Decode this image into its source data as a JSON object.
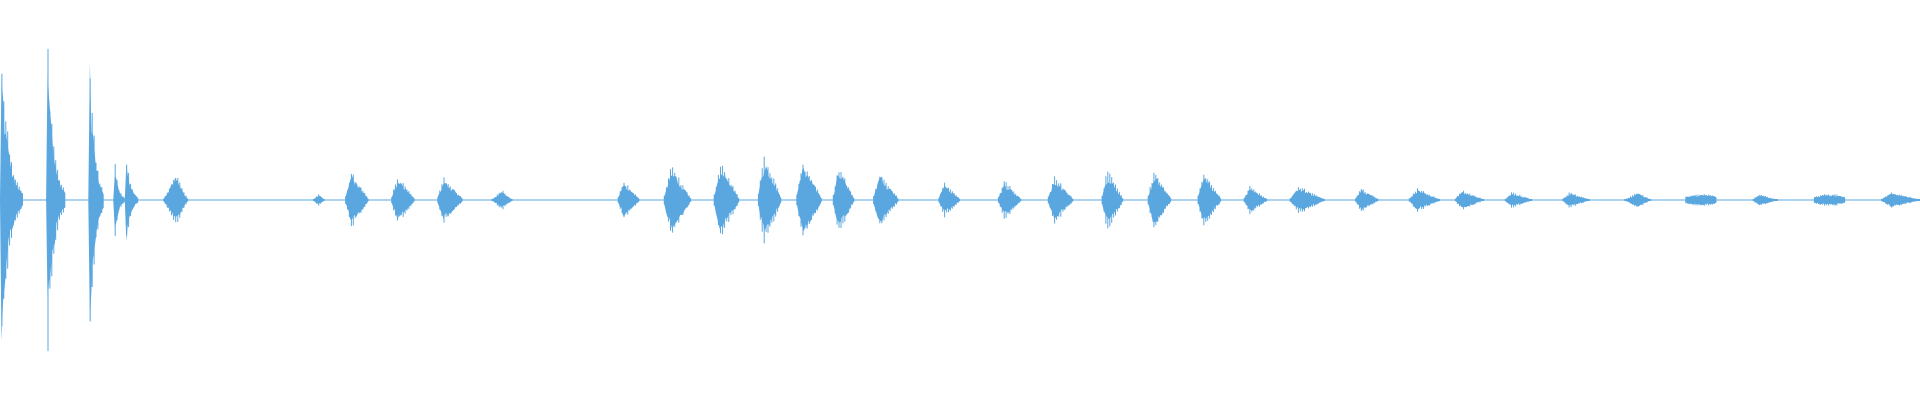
{
  "waveform": {
    "color": "#5aa7e0",
    "background": "#ffffff",
    "bursts": [
      {
        "start": 0.0,
        "end": 0.012,
        "amp": 0.8,
        "shape": "decay"
      },
      {
        "start": 0.024,
        "end": 0.034,
        "amp": 0.9,
        "shape": "decay"
      },
      {
        "start": 0.046,
        "end": 0.054,
        "amp": 0.9,
        "shape": "decay"
      },
      {
        "start": 0.059,
        "end": 0.065,
        "amp": 0.25,
        "shape": "decay"
      },
      {
        "start": 0.065,
        "end": 0.072,
        "amp": 0.3,
        "shape": "decay"
      },
      {
        "start": 0.085,
        "end": 0.098,
        "amp": 0.13,
        "shape": "diamond"
      },
      {
        "start": 0.163,
        "end": 0.169,
        "amp": 0.03,
        "shape": "diamond"
      },
      {
        "start": 0.18,
        "end": 0.192,
        "amp": 0.14,
        "shape": "attack"
      },
      {
        "start": 0.204,
        "end": 0.216,
        "amp": 0.12,
        "shape": "attack"
      },
      {
        "start": 0.228,
        "end": 0.241,
        "amp": 0.12,
        "shape": "attack"
      },
      {
        "start": 0.256,
        "end": 0.267,
        "amp": 0.05,
        "shape": "diamond"
      },
      {
        "start": 0.322,
        "end": 0.333,
        "amp": 0.1,
        "shape": "attack"
      },
      {
        "start": 0.346,
        "end": 0.36,
        "amp": 0.18,
        "shape": "attack"
      },
      {
        "start": 0.372,
        "end": 0.385,
        "amp": 0.19,
        "shape": "attack"
      },
      {
        "start": 0.395,
        "end": 0.407,
        "amp": 0.22,
        "shape": "attack"
      },
      {
        "start": 0.415,
        "end": 0.428,
        "amp": 0.2,
        "shape": "attack"
      },
      {
        "start": 0.434,
        "end": 0.445,
        "amp": 0.17,
        "shape": "attack"
      },
      {
        "start": 0.455,
        "end": 0.468,
        "amp": 0.14,
        "shape": "attack"
      },
      {
        "start": 0.489,
        "end": 0.5,
        "amp": 0.09,
        "shape": "attack"
      },
      {
        "start": 0.52,
        "end": 0.532,
        "amp": 0.1,
        "shape": "attack"
      },
      {
        "start": 0.546,
        "end": 0.559,
        "amp": 0.12,
        "shape": "attack"
      },
      {
        "start": 0.574,
        "end": 0.585,
        "amp": 0.15,
        "shape": "attack"
      },
      {
        "start": 0.598,
        "end": 0.61,
        "amp": 0.15,
        "shape": "attack"
      },
      {
        "start": 0.624,
        "end": 0.636,
        "amp": 0.14,
        "shape": "attack"
      },
      {
        "start": 0.648,
        "end": 0.66,
        "amp": 0.07,
        "shape": "attack"
      },
      {
        "start": 0.672,
        "end": 0.69,
        "amp": 0.07,
        "shape": "attack"
      },
      {
        "start": 0.706,
        "end": 0.718,
        "amp": 0.06,
        "shape": "attack"
      },
      {
        "start": 0.734,
        "end": 0.75,
        "amp": 0.06,
        "shape": "attack"
      },
      {
        "start": 0.758,
        "end": 0.773,
        "amp": 0.05,
        "shape": "attack"
      },
      {
        "start": 0.784,
        "end": 0.798,
        "amp": 0.04,
        "shape": "attack"
      },
      {
        "start": 0.814,
        "end": 0.828,
        "amp": 0.04,
        "shape": "attack"
      },
      {
        "start": 0.846,
        "end": 0.86,
        "amp": 0.04,
        "shape": "diamond"
      },
      {
        "start": 0.878,
        "end": 0.894,
        "amp": 0.03,
        "shape": "flat"
      },
      {
        "start": 0.913,
        "end": 0.926,
        "amp": 0.03,
        "shape": "attack"
      },
      {
        "start": 0.945,
        "end": 0.961,
        "amp": 0.03,
        "shape": "flat"
      },
      {
        "start": 0.98,
        "end": 1.0,
        "amp": 0.04,
        "shape": "attack"
      }
    ]
  }
}
